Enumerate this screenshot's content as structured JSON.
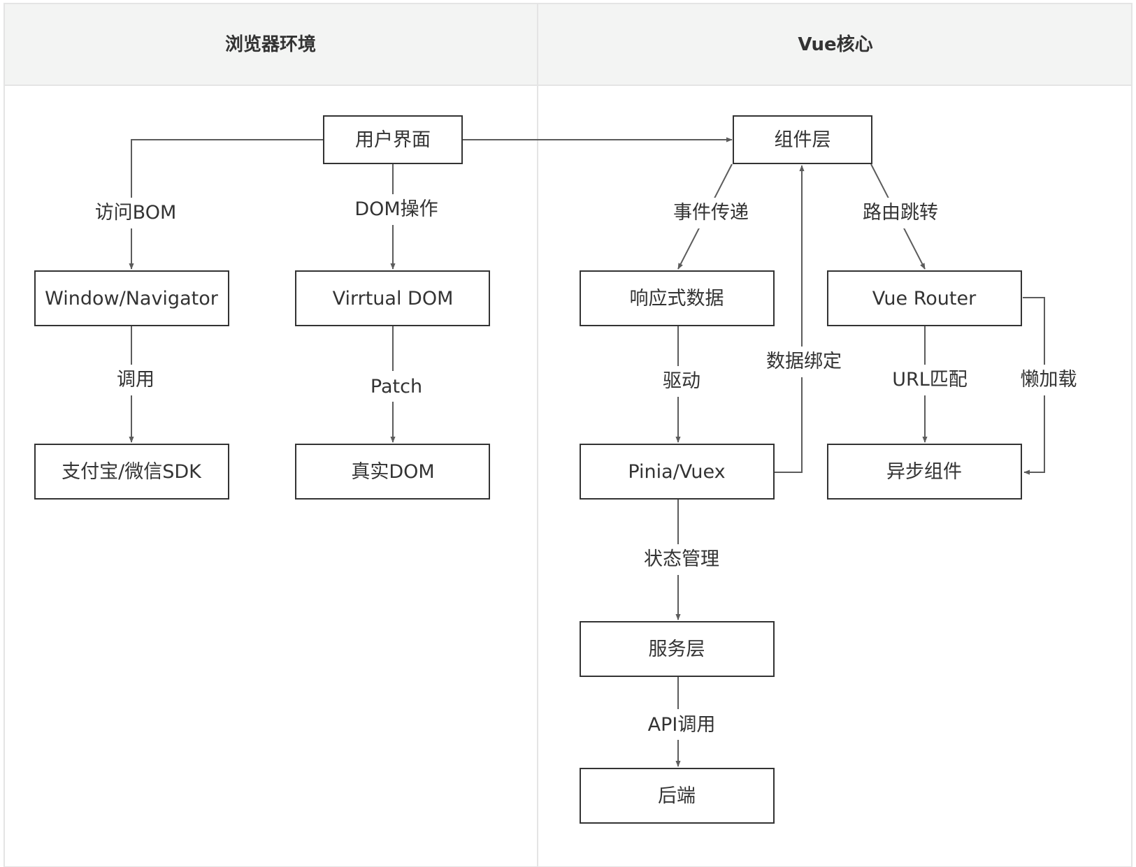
{
  "lanes": {
    "left": {
      "title": "浏览器环境"
    },
    "right": {
      "title": "Vue核心"
    }
  },
  "nodes": {
    "user_ui": "用户界面",
    "component_layer": "组件层",
    "window_navigator": "Window/Navigator",
    "virtual_dom": "Virrtual DOM",
    "reactive_data": "响应式数据",
    "vue_router": "Vue Router",
    "payment_sdk": "支付宝/微信SDK",
    "real_dom": "真实DOM",
    "pinia_vuex": "Pinia/Vuex",
    "async_component": "异步组件",
    "service_layer": "服务层",
    "backend": "后端"
  },
  "edges": {
    "user_ui_to_component": "",
    "access_bom": "访问BOM",
    "dom_operation": "DOM操作",
    "invoke": "调用",
    "patch": "Patch",
    "event_passing": "事件传递",
    "route_jump": "路由跳转",
    "drive": "驱动",
    "data_binding": "数据绑定",
    "url_match": "URL匹配",
    "lazy_load": "懒加载",
    "state_management": "状态管理",
    "api_call": "API调用"
  },
  "colors": {
    "header_bg": "#f3f4f3",
    "lane_border": "#e4e4e4",
    "node_border": "#333333",
    "edge": "#5c5c5c"
  }
}
